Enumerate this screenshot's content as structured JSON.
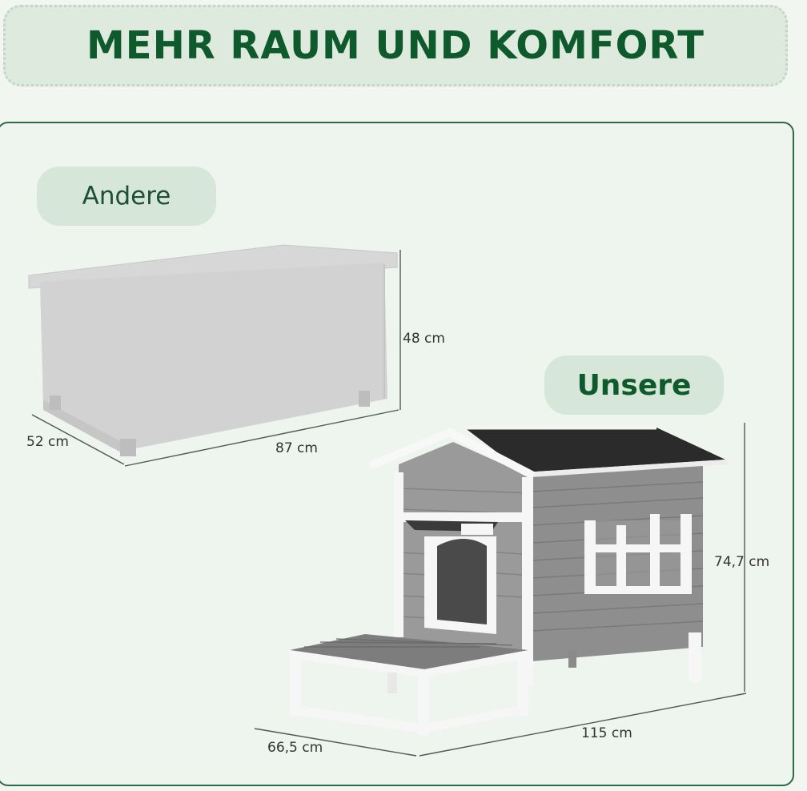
{
  "title": "MEHR RAUM UND KOMFORT",
  "labels": {
    "andere": "Andere",
    "unsere": "Unsere"
  },
  "dimensions": {
    "andere": {
      "height": "48 cm",
      "depth": "52 cm",
      "width": "87 cm"
    },
    "unsere": {
      "height": "74,7 cm",
      "depth": "66,5 cm",
      "width": "115 cm"
    }
  },
  "colors": {
    "title": "#0f5a2c",
    "accent_border": "#2f6a45",
    "pill": "#d6e7da",
    "background": "#f1f6f1"
  }
}
